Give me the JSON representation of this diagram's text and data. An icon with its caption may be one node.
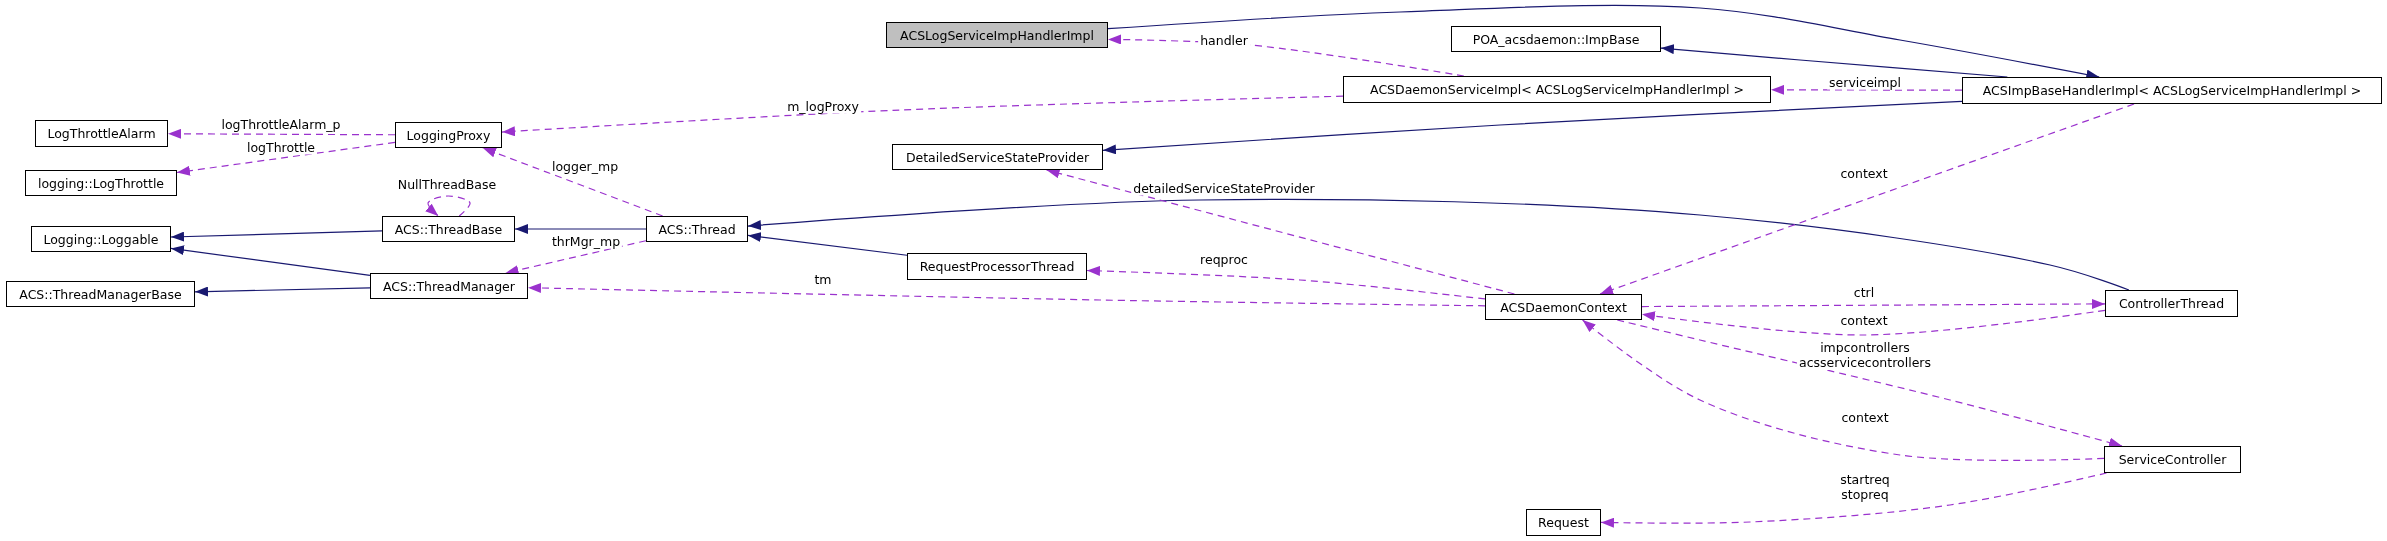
{
  "diagram": {
    "nodes": [
      {
        "text": [
          "ACSLogServiceImpHandlerImpl"
        ]
      },
      {
        "text": [
          "POA_acsdaemon::ImpBase"
        ]
      },
      {
        "text": [
          "ACSDaemonServiceImpl< ACSLogServiceImpHandlerImpl >"
        ]
      },
      {
        "text": [
          "ACSImpBaseHandlerImpl< ACSLogServiceImpHandlerImpl >"
        ]
      },
      {
        "text": [
          "LogThrottleAlarm"
        ]
      },
      {
        "text": [
          "LoggingProxy"
        ]
      },
      {
        "text": [
          "logging::LogThrottle"
        ]
      },
      {
        "text": [
          "DetailedServiceStateProvider"
        ]
      },
      {
        "text": [
          "Logging::Loggable"
        ]
      },
      {
        "text": [
          "ACS::ThreadBase"
        ]
      },
      {
        "text": [
          "ACS::Thread"
        ]
      },
      {
        "text": [
          "ACS::ThreadManagerBase"
        ]
      },
      {
        "text": [
          "ACS::ThreadManager"
        ]
      },
      {
        "text": [
          "RequestProcessorThread"
        ]
      },
      {
        "text": [
          "ACSDaemonContext"
        ]
      },
      {
        "text": [
          "ControllerThread"
        ]
      },
      {
        "text": [
          "ServiceController"
        ]
      },
      {
        "text": [
          "Request"
        ]
      }
    ],
    "edges": [
      {
        "from": 0,
        "to": 3,
        "arrow": "to",
        "color": "#191970"
      },
      {
        "from": 3,
        "to": 1,
        "arrow": "to",
        "color": "#191970"
      },
      {
        "from": 3,
        "to": 7,
        "arrow": "to",
        "color": "#191970"
      },
      {
        "from": 9,
        "to": 8,
        "arrow": "to",
        "color": "#191970"
      },
      {
        "from": 12,
        "to": 8,
        "arrow": "to",
        "color": "#191970"
      },
      {
        "from": 12,
        "to": 11,
        "arrow": "to",
        "color": "#191970"
      },
      {
        "from": 10,
        "to": 9,
        "arrow": "to",
        "color": "#191970"
      },
      {
        "from": 13,
        "to": 10,
        "arrow": "to",
        "color": "#191970"
      },
      {
        "from": 15,
        "to": 10,
        "arrow": "to",
        "color": "#191970"
      },
      {
        "from": 2,
        "to": 0,
        "arrow": "to",
        "style": "dashed",
        "label": "handler"
      },
      {
        "from": 2,
        "to": 5,
        "arrow": "to",
        "style": "dashed",
        "label": "m_logProxy"
      },
      {
        "from": 3,
        "to": 2,
        "arrow": "to",
        "style": "dashed",
        "label": "serviceimpl"
      },
      {
        "from": 5,
        "to": 4,
        "arrow": "to",
        "style": "dashed",
        "label": "logThrottleAlarm_p"
      },
      {
        "from": 5,
        "to": 6,
        "arrow": "to",
        "style": "dashed",
        "label": "logThrottle"
      },
      {
        "from": 10,
        "to": 5,
        "arrow": "to",
        "style": "dashed",
        "label": "logger_mp"
      },
      {
        "from": 9,
        "to": 9,
        "arrow": "to",
        "style": "dashed",
        "label": "NullThreadBase"
      },
      {
        "from": 10,
        "to": 12,
        "arrow": "to",
        "style": "dashed",
        "label": "thrMgr_mp"
      },
      {
        "from": 14,
        "to": 12,
        "arrow": "to",
        "style": "dashed",
        "label": "tm"
      },
      {
        "from": 14,
        "to": 7,
        "arrow": "to",
        "style": "dashed",
        "label": "detailedServiceStateProvider"
      },
      {
        "from": 14,
        "to": 13,
        "arrow": "to",
        "style": "dashed",
        "label": "reqproc"
      },
      {
        "from": 3,
        "to": 14,
        "arrow": "to",
        "style": "dashed",
        "label": "context"
      },
      {
        "from": 14,
        "to": 15,
        "arrow": "to",
        "style": "dashed",
        "label": "ctrl"
      },
      {
        "from": 15,
        "to": 14,
        "arrow": "to",
        "style": "dashed",
        "label": "context"
      },
      {
        "from": 14,
        "to": 16,
        "arrow": "to",
        "style": "dashed",
        "label": "impcontrollers acsservicecontrollers"
      },
      {
        "from": 16,
        "to": 14,
        "arrow": "to",
        "style": "dashed",
        "label": "context"
      },
      {
        "from": 16,
        "to": 17,
        "arrow": "to",
        "style": "dashed",
        "label": "startreq stopreq"
      }
    ]
  }
}
